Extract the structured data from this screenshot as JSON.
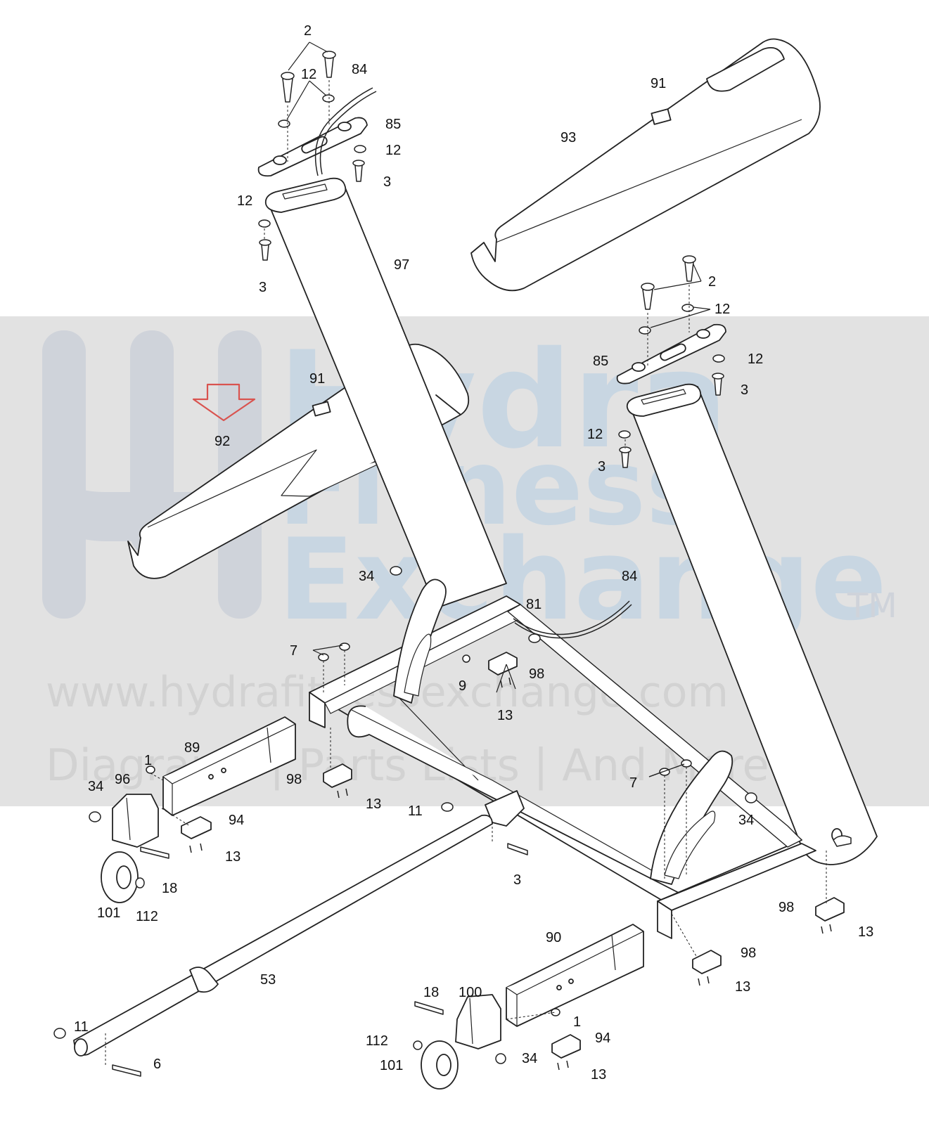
{
  "watermark": {
    "brand_line1": "Hydra",
    "brand_line2": "Fitness",
    "brand_line3": "Exchange",
    "trademark": "TM",
    "url": "www.hydrafitnessexchange.com",
    "tagline": "Diagrams | Parts Lists | And More",
    "band_color": "#e2e2e2",
    "logo_color": "#cfd3da",
    "letters_color": "#c8d6e2"
  },
  "highlight": {
    "arrow_color": "#d9534f",
    "part": "92"
  },
  "callouts": {
    "c2a": "2",
    "c12a": "12",
    "c84a": "84",
    "c85a": "85",
    "c12b": "12",
    "c3a": "3",
    "c12c": "12",
    "c3b": "3",
    "c97": "97",
    "c91a": "91",
    "c93": "93",
    "c2b": "2",
    "c12d": "12",
    "c85b": "85",
    "c12e": "12",
    "c3c": "3",
    "c12f": "12",
    "c3d": "3",
    "c91b": "91",
    "c92": "92",
    "c34a": "34",
    "c81": "81",
    "c84b": "84",
    "c7a": "7",
    "c9": "9",
    "c98a": "98",
    "c13a": "13",
    "c89": "89",
    "c1a": "1",
    "c96": "96",
    "c34b": "34",
    "c98b": "98",
    "c13b": "13",
    "c94a": "94",
    "c13c": "13",
    "c18a": "18",
    "c101a": "101",
    "c112a": "112",
    "c11a": "11",
    "c3e": "3",
    "c7b": "7",
    "c34c": "34",
    "c98c": "98",
    "c13d": "13",
    "c98d": "98",
    "c13e": "13",
    "c90": "90",
    "c53": "53",
    "c18b": "18",
    "c100": "100",
    "c1b": "1",
    "c112b": "112",
    "c94b": "94",
    "c101b": "101",
    "c34d": "34",
    "c13f": "13",
    "c11b": "11",
    "c6": "6"
  }
}
